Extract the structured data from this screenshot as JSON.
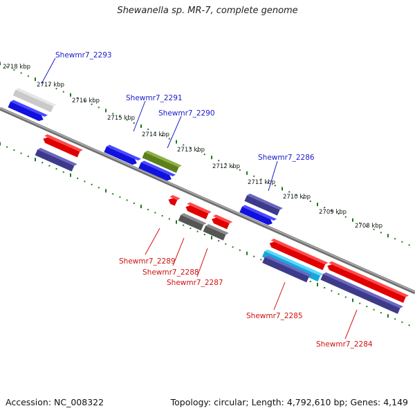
{
  "title": "Shewanella sp. MR-7, complete genome",
  "footer": {
    "accession": "Accession: NC_008322",
    "summary": "Topology: circular; Length: 4,792,610 bp; Genes: 4,149"
  },
  "colors": {
    "forward_label": "#1a1acc",
    "reverse_label": "#d01010",
    "tick": "#1a7a1a",
    "axis": "#808080"
  },
  "kbp_labels": [
    "2718 kbp",
    "2717 kbp",
    "2716 kbp",
    "2715 kbp",
    "2714 kbp",
    "2713 kbp",
    "2712 kbp",
    "2711 kbp",
    "2710 kbp",
    "2709 kbp",
    "2708 kbp"
  ],
  "gene_labels": [
    {
      "text": "Shewmr7_2293",
      "strand": "forward"
    },
    {
      "text": "Shewmr7_2291",
      "strand": "forward"
    },
    {
      "text": "Shewmr7_2290",
      "strand": "forward"
    },
    {
      "text": "Shewmr7_2286",
      "strand": "forward"
    },
    {
      "text": "Shewmr7_2289",
      "strand": "reverse"
    },
    {
      "text": "Shewmr7_2288",
      "strand": "reverse"
    },
    {
      "text": "Shewmr7_2287",
      "strand": "reverse"
    },
    {
      "text": "Shewmr7_2285",
      "strand": "reverse"
    },
    {
      "text": "Shewmr7_2284",
      "strand": "reverse"
    }
  ]
}
